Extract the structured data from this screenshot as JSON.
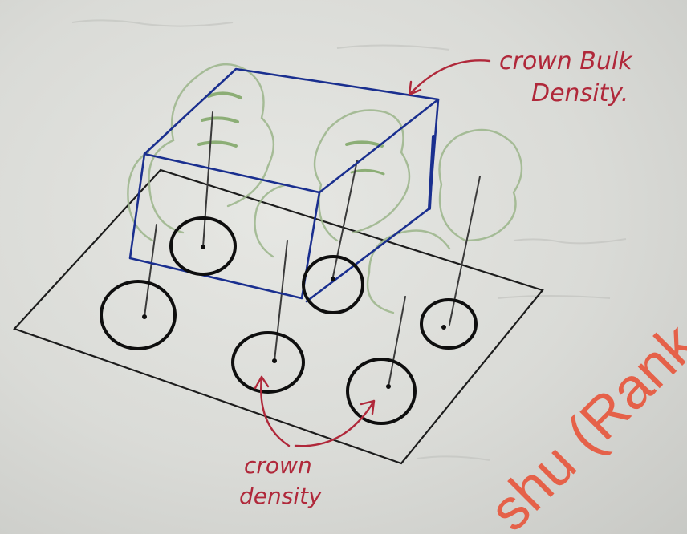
{
  "annotations": {
    "crown_bulk_density": {
      "line1": "crown Bulk",
      "line2": "Density."
    },
    "crown_density": {
      "line1": "crown",
      "line2": "density"
    }
  },
  "watermark": "shu (Rank",
  "colors": {
    "paper": "#dcddd9",
    "ink_black": "#111111",
    "ink_blue": "#1a2f8f",
    "ink_red": "#b0283a",
    "pencil_green": "#8fb07a",
    "watermark_orange": "#e8553b"
  }
}
